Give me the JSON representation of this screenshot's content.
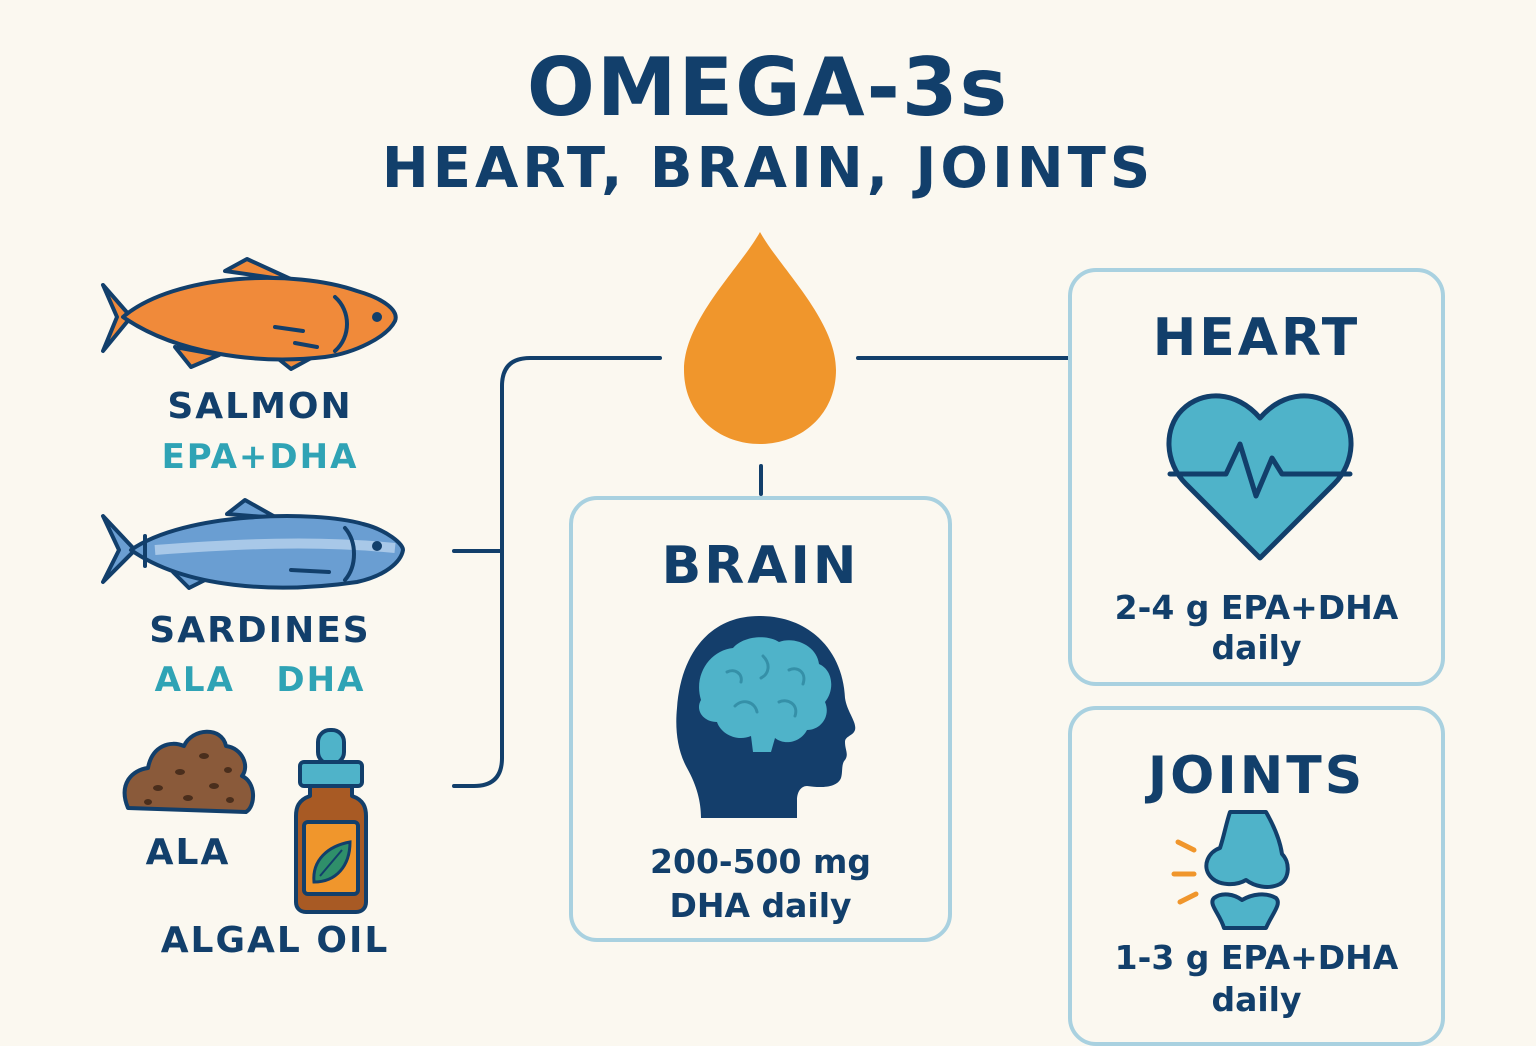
{
  "title": "OMEGA-3s",
  "subtitle": "HEART, BRAIN, JOINTS",
  "sources": {
    "salmon": {
      "label": "SALMON",
      "sub": "EPA+DHA",
      "icon": "salmon-icon"
    },
    "sardines": {
      "label": "SARDINES",
      "sub": "ALA   DHA",
      "icon": "sardine-icon"
    },
    "ala": {
      "label": "ALA",
      "icon": "seeds-pile-icon"
    },
    "algal": {
      "label": "ALGAL OIL",
      "icon": "dropper-bottle-icon"
    }
  },
  "center": {
    "icon": "oil-drop-icon"
  },
  "cards": {
    "brain": {
      "title": "BRAIN",
      "line1": "200-500 mg",
      "line2": "DHA daily",
      "icon": "head-brain-icon"
    },
    "heart": {
      "title": "HEART",
      "line1": "2-4 g EPA+DHA",
      "line2": "daily",
      "icon": "heartbeat-icon"
    },
    "joints": {
      "title": "JOINTS",
      "line1": "1-3 g EPA+DHA",
      "line2": "daily",
      "icon": "knee-joint-icon"
    }
  },
  "colors": {
    "navy": "#123f6b",
    "teal": "#2fa3b5",
    "orange": "#f0962c",
    "salmon": "#f08a3a",
    "sardine": "#6a9ed2",
    "brainBlue": "#4fb3c9",
    "cardBorder": "#a9d1e0",
    "background": "#fbf8f0"
  }
}
